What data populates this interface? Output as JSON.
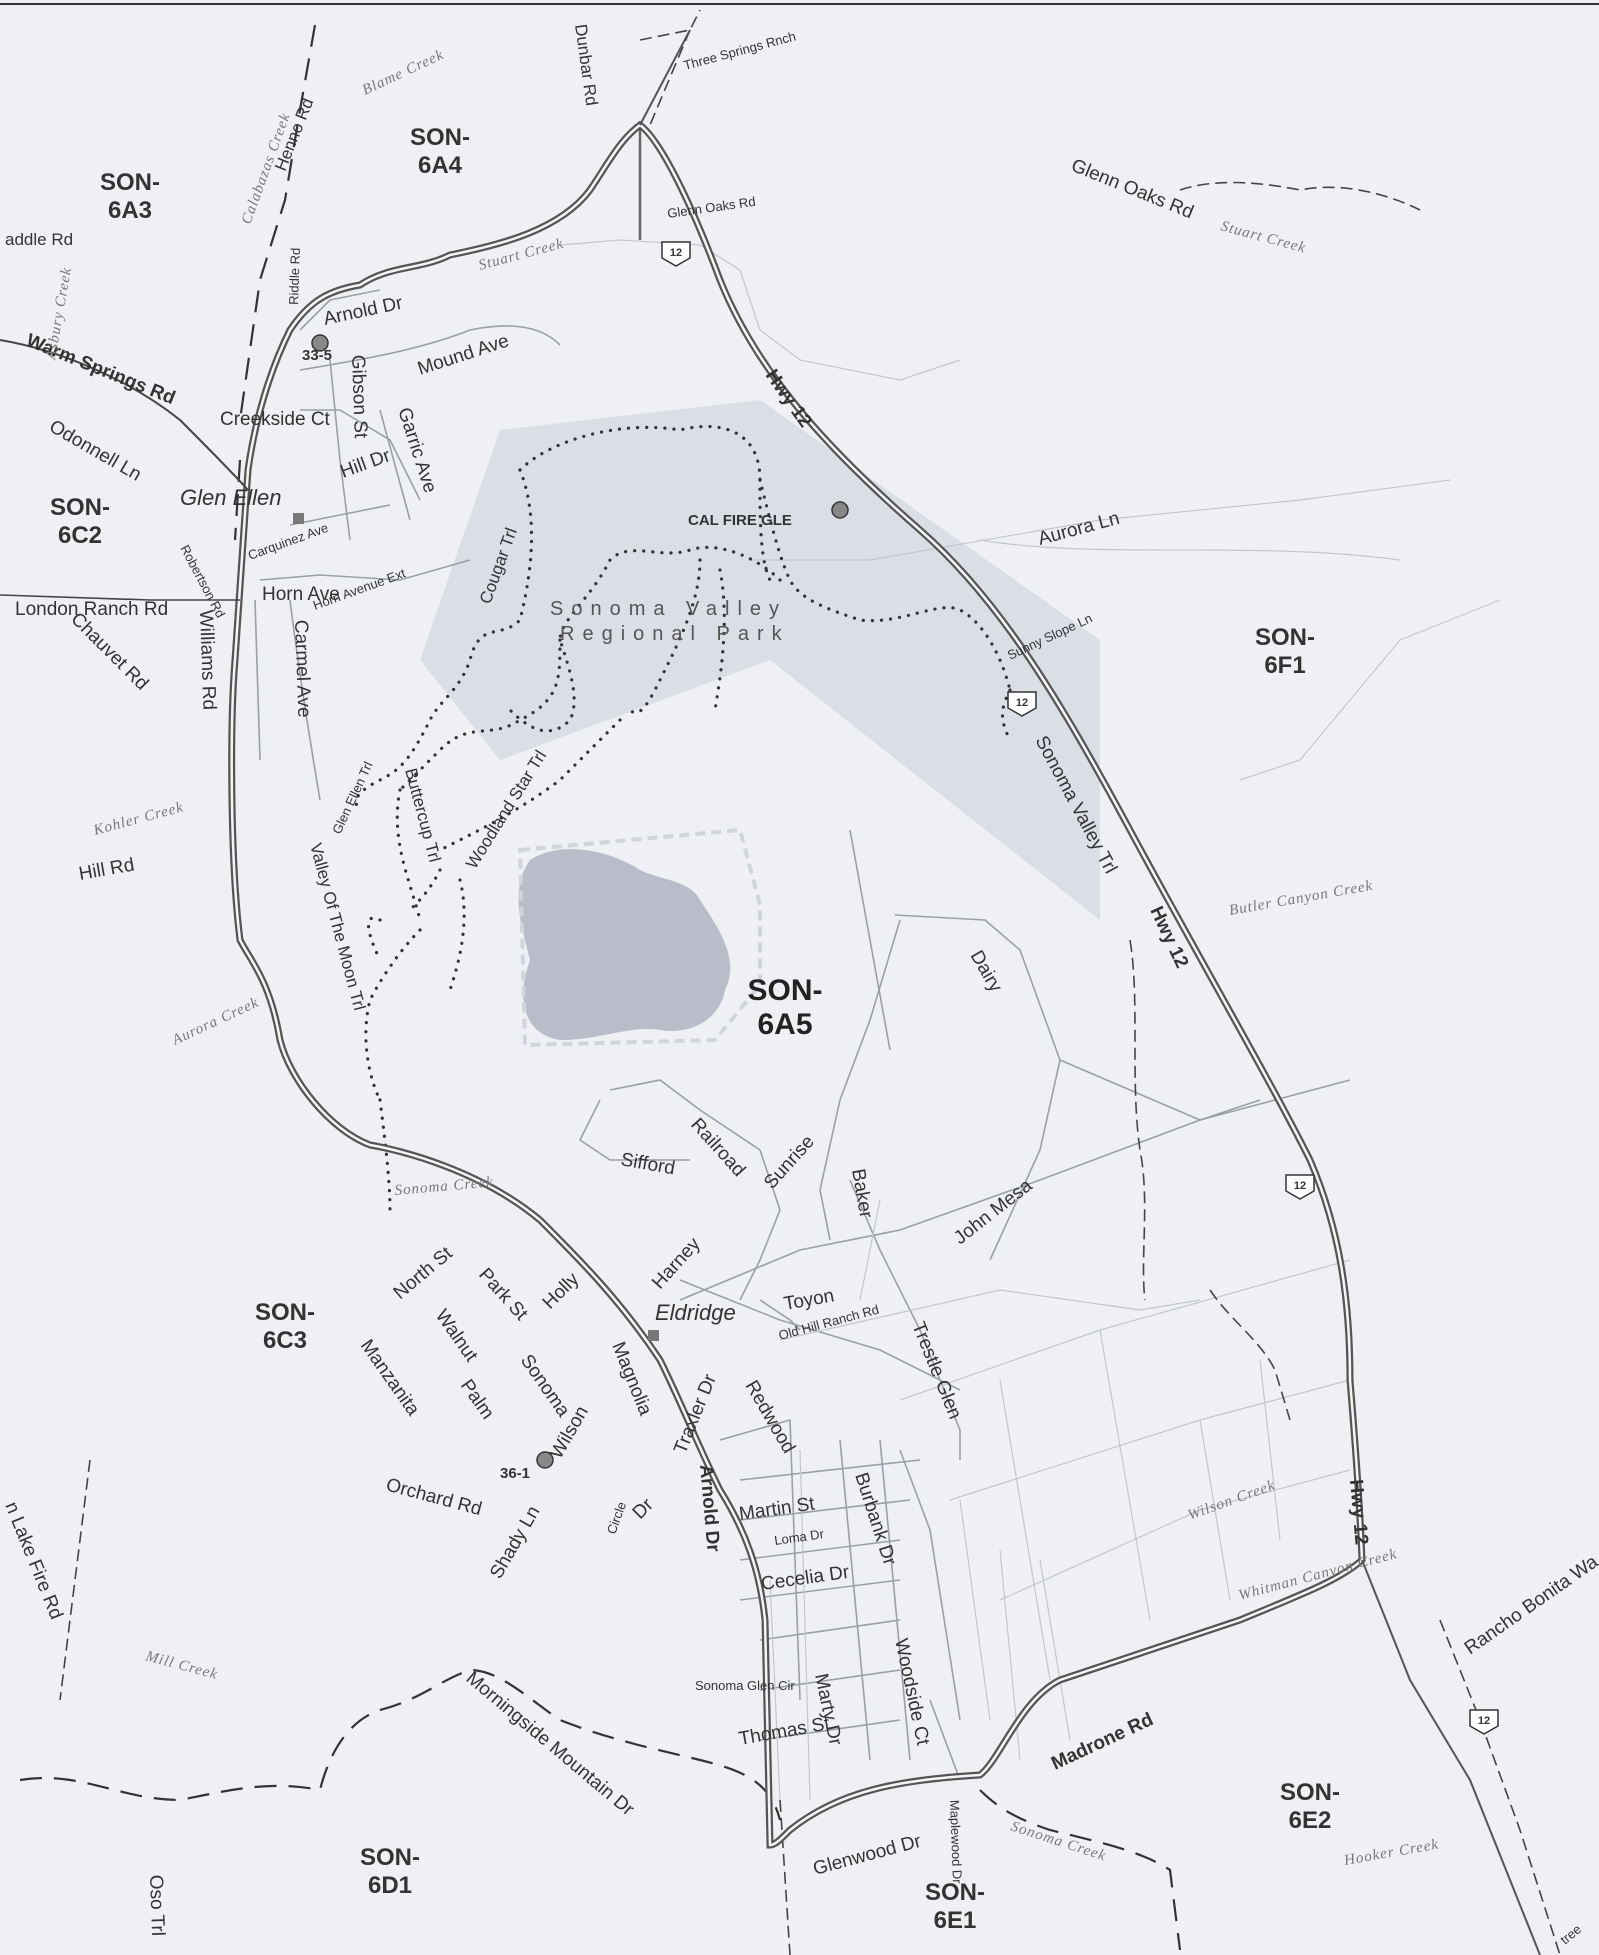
{
  "zones": {
    "son_6a3": "SON-\n6A3",
    "son_6a4": "SON-\n6A4",
    "son_6c2": "SON-\n6C2",
    "son_6f1": "SON-\n6F1",
    "son_6a5": "SON-\n6A5",
    "son_6c3": "SON-\n6C3",
    "son_6d1": "SON-\n6D1",
    "son_6e1": "SON-\n6E1",
    "son_6e2": "SON-\n6E2"
  },
  "places": {
    "glen_ellen": "Glen Ellen",
    "eldridge": "Eldridge",
    "park_line1": "Sonoma Valley",
    "park_line2": "Regional Park"
  },
  "stations": {
    "cal_fire": "CAL FIRE  GLE",
    "station_33_5": "33-5",
    "station_36_1": "36-1"
  },
  "highway": {
    "shield_label": "12",
    "hwy12_a": "Hwy 12",
    "hwy12_b": "Hwy 12",
    "hwy12_c": "Hwy 12"
  },
  "roads": {
    "dunbar": "Dunbar Rd",
    "three_springs": "Three Springs Rnch",
    "henno": "Henno Rd",
    "glenn_oaks_rd": "Glenn Oaks Rd",
    "glen_oaks_rd_e": "Glenn Oaks Rd",
    "saddle": "addle Rd",
    "riddle": "Riddle Rd",
    "arnold_dr_n": "Arnold Dr",
    "warm_springs": "Warm Springs Rd",
    "mound": "Mound Ave",
    "gibson": "Gibson St",
    "creekside": "Creekside Ct",
    "garric": "Garric Ave",
    "hill_dr": "Hill Dr",
    "odonnell": "Odonnell Ln",
    "carquinez": "Carquinez Ave",
    "horn": "Horn Ave",
    "horn_ext": "Horn Avenue Ext",
    "london_ranch": "London Ranch Rd",
    "robertson": "Robertson Rd",
    "chauvet": "Chauvet Rd",
    "williams": "Williams Rd",
    "carmel": "Carmel Ave",
    "cougar": "Cougar Trl",
    "aurora": "Aurora Ln",
    "sunny_slope": "Sunny Slope Ln",
    "sonoma_valley_trl": "Sonoma Valley Trl",
    "glen_ellen_trl": "Glen Ellen Trl",
    "woodland_star": "Woodland Star Trl",
    "buttercup": "Buttercup Trl",
    "valley_moon": "Valley Of The Moon Trl",
    "hill_rd": "Hill Rd",
    "dairy": "Dairy",
    "sifford": "Sifford",
    "railroad": "Railroad",
    "sunrise": "Sunrise",
    "baker": "Baker",
    "john_mesa": "John Mesa",
    "harney": "Harney",
    "toyon": "Toyon",
    "old_hill_ranch": "Old Hill Ranch Rd",
    "trestle_glen": "Trestle Glen",
    "north_st": "North St",
    "park_st": "Park St",
    "holly": "Holly",
    "magnolia": "Magnolia",
    "walnut": "Walnut",
    "manzanita": "Manzanita",
    "palm": "Palm",
    "sonoma": "Sonoma",
    "wilson": "Wilson",
    "traxler": "Traxler Dr",
    "redwood": "Redwood",
    "arnold_dr_s": "Arnold Dr",
    "martin": "Martin St",
    "burbank": "Burbank Dr",
    "loma": "Loma Dr",
    "cecelia": "Cecelia Dr",
    "orchard": "Orchard Rd",
    "circle_dr_1": "Circle",
    "circle_dr_2": "Dr",
    "shady": "Shady Ln",
    "lake_fire": "n Lake Fire Rd",
    "sonoma_glen": "Sonoma Glen Cir",
    "woodside": "Woodside Ct",
    "marty": "Marty Dr",
    "thomas": "Thomas St",
    "madrone": "Madrone Rd",
    "morningside": "Morningside Mountain Dr",
    "glenwood": "Glenwood Dr",
    "maplewood": "Maplewood Dr",
    "rancho_bonita": "Rancho Bonita Wa",
    "oso": "Oso Trl",
    "tree": "tree"
  },
  "creeks": {
    "blame": "Blame Creek",
    "calabazas": "Calabazas Creek",
    "stuart_n": "Stuart Creek",
    "stuart_e": "Stuart Creek",
    "asbury": "Asbury Creek",
    "kohler": "Kohler Creek",
    "butler": "Butler Canyon Creek",
    "aurora_creek": "Aurora Creek",
    "sonoma_w": "Sonoma Creek",
    "wilson_creek": "Wilson Creek",
    "whitman": "Whitman Canyon Creek",
    "mill": "Mill Creek",
    "sonoma_s": "Sonoma Creek",
    "hooker": "Hooker Creek"
  },
  "colors": {
    "background": "#eef0f4",
    "park_fill": "#c9ced8",
    "lake_fill": "#a9afbd",
    "boundary": "#555555",
    "text": "#333333"
  }
}
